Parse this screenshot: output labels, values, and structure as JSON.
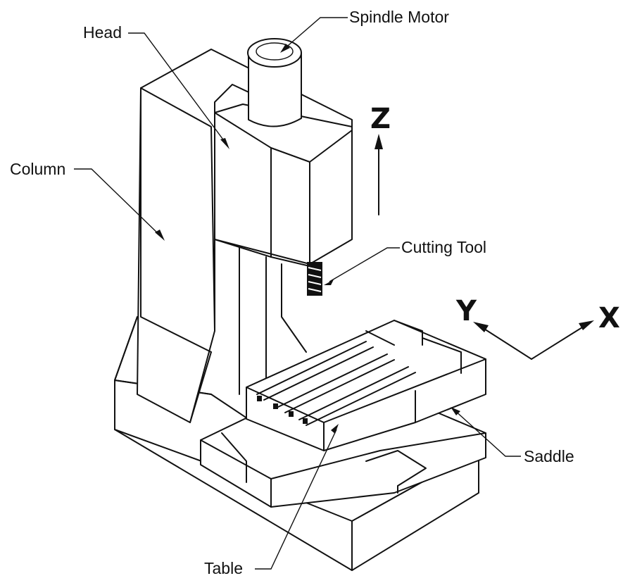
{
  "labels": {
    "spindle_motor": "Spindle Motor",
    "head": "Head",
    "column": "Column",
    "cutting_tool": "Cutting Tool",
    "saddle": "Saddle",
    "table": "Table"
  },
  "axes": {
    "z": "Z",
    "y": "Y",
    "x": "X"
  },
  "colors": {
    "line": "#111111",
    "background": "#ffffff"
  }
}
